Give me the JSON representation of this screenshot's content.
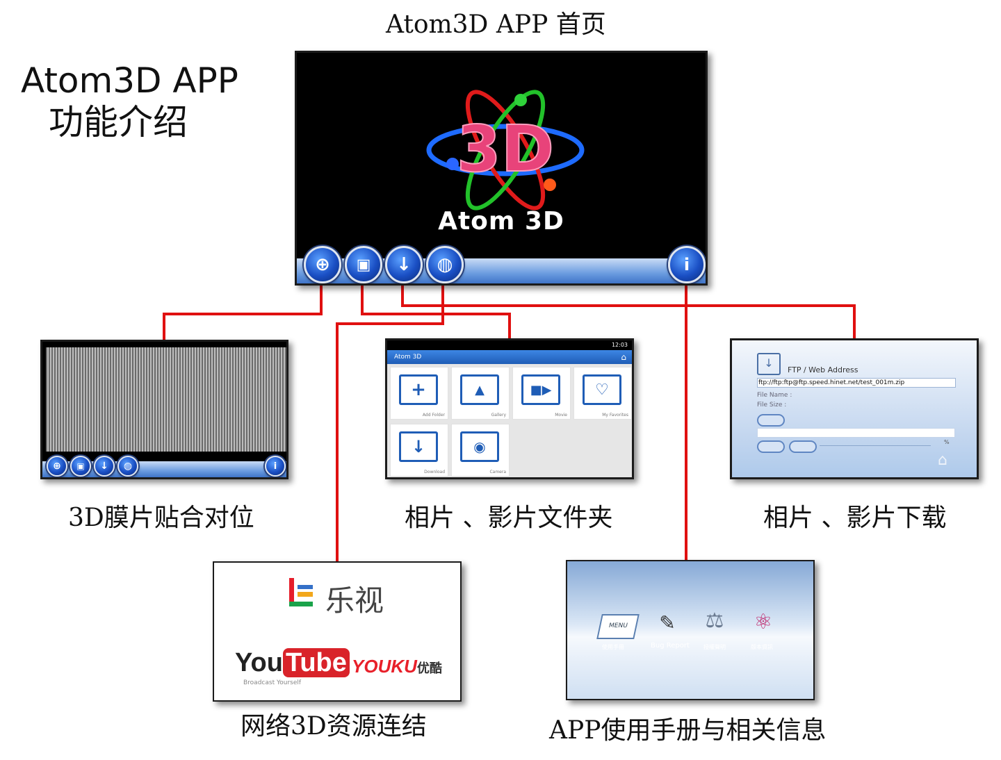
{
  "main_title": {
    "line1": "Atom3D   APP",
    "line2": "功能介绍"
  },
  "home_label": "Atom3D   APP   首页",
  "logo_text": "Atom 3D",
  "logo_mark": "3D",
  "labels": {
    "film": "3D膜片贴合对位",
    "folder": "相片 、影片文件夹",
    "download": "相片 、影片下载",
    "web": "网络3D资源连结",
    "info": "APP使用手册与相关信息"
  },
  "folder_shot": {
    "app_name": "Atom 3D",
    "time": "12:03",
    "tiles": [
      "Add Folder",
      "Gallery",
      "Movie",
      "My Favorites",
      "Download",
      "Camera"
    ]
  },
  "ftp_shot": {
    "title": "FTP / Web Address",
    "url": "ftp://ftp:ftp@ftp.speed.hinet.net/test_001m.zip",
    "file_name_label": "File Name :",
    "file_size_label": "File Size :",
    "percent": "%"
  },
  "web_shot": {
    "letv": "乐视",
    "youtube_you": "You",
    "youtube_tube": "Tube",
    "youtube_tagline": "Broadcast Yourself",
    "youku": "YOUKU",
    "youku_cn": "优酷"
  },
  "info_shot": {
    "items": [
      {
        "icon": "MENU",
        "label": "使用手冊"
      },
      {
        "label": "Bug Report"
      },
      {
        "label": "授權聲明"
      },
      {
        "label": "版本資訊"
      }
    ]
  },
  "colors": {
    "connector": "#e01010",
    "accent": "#1f5db6"
  }
}
